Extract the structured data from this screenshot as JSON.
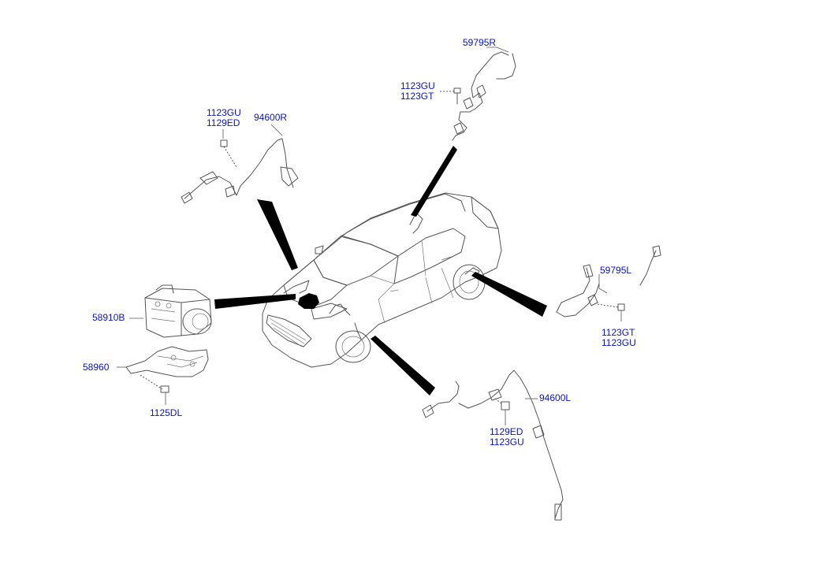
{
  "labels": {
    "sensor_front_right_top": "59795R",
    "bolt_front_right_top_1": "1123GU",
    "bolt_front_right_top_2": "1123GT",
    "bolt_rear_right_1": "1123GU",
    "bolt_rear_right_2": "1129ED",
    "sensor_rear_right": "94600R",
    "sensor_front_left": "59795L",
    "bolt_front_left_1": "1123GT",
    "bolt_front_left_2": "1123GU",
    "abs_module": "58910B",
    "bracket": "58960",
    "bracket_bolt": "1125DL",
    "sensor_rear_left": "94600L",
    "bolt_rear_left_1": "1129ED",
    "bolt_rear_left_2": "1123GU"
  },
  "colors": {
    "label_text": "#0a14c8",
    "line_art": "#555555",
    "pointer": "#000000"
  }
}
